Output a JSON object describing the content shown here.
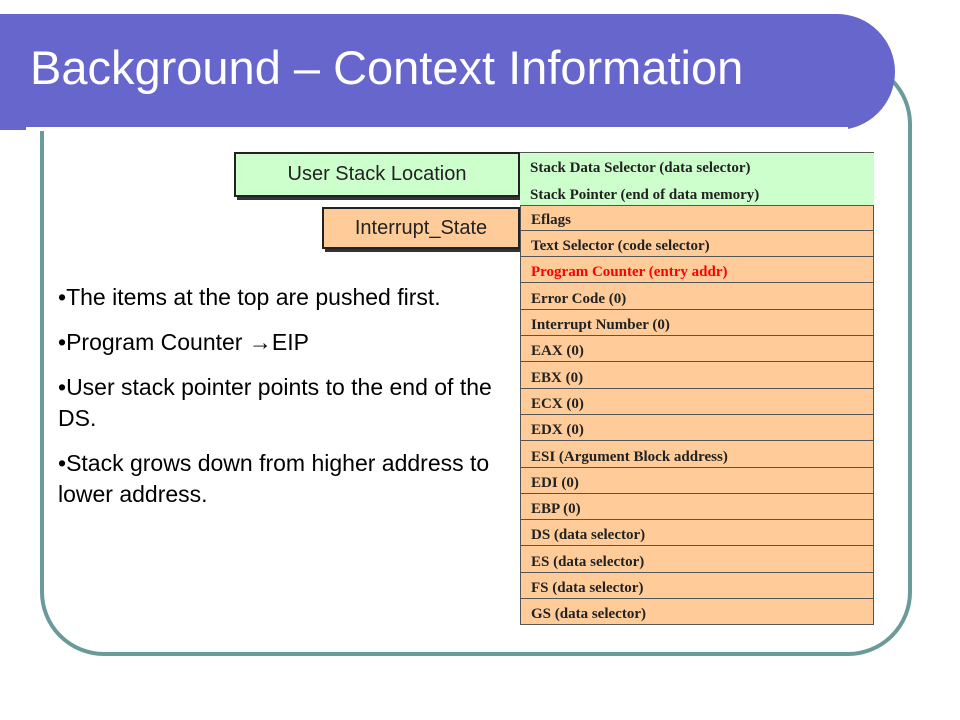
{
  "slide": {
    "title": "Background – Context Information"
  },
  "labels": {
    "user_stack": "User Stack Location",
    "interrupt_state": "Interrupt_State"
  },
  "stack_items": [
    "Stack Data Selector (data selector)",
    "Stack Pointer (end of data memory)",
    "Eflags",
    "Text Selector (code selector)",
    "Program Counter (entry addr)",
    "Error Code (0)",
    "Interrupt Number (0)",
    "EAX (0)",
    "EBX (0)",
    "ECX (0)",
    "EDX (0)",
    "ESI (Argument Block address)",
    "EDI (0)",
    "EBP (0)",
    "DS (data selector)",
    "ES (data selector)",
    "FS (data selector)",
    "GS (data selector)"
  ],
  "bullets": {
    "b1": "The items at the top are pushed first.",
    "b2_before": "Program Counter ",
    "b2_arrow": "→",
    "b2_after": "EIP",
    "b3": "User stack pointer points to the end of the DS.",
    "b4": "Stack grows down from higher address to lower address.",
    "bullet_char": "•"
  },
  "colors": {
    "title_bar": "#6666cc",
    "frame": "#6a9a9a",
    "green_fill": "#ccffcc",
    "orange_fill": "#ffcc99",
    "highlight_text": "#ff0000"
  }
}
